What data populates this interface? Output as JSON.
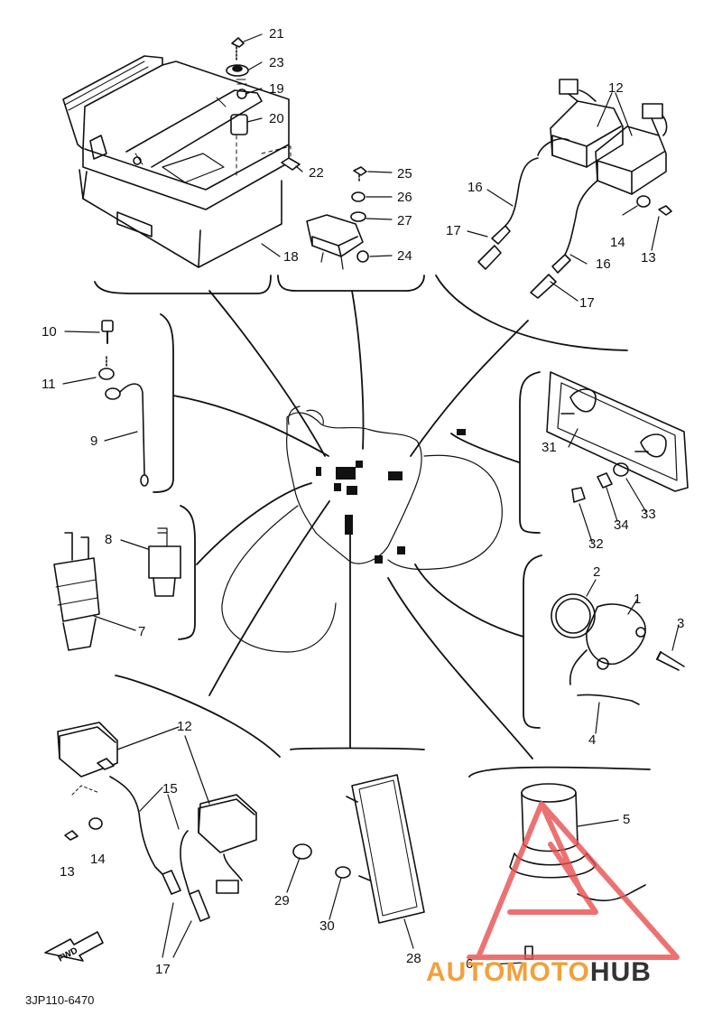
{
  "diagram": {
    "part_code": "3JP110-6470",
    "fwd_text": "FWD",
    "labels": [
      {
        "id": "l21",
        "text": "21"
      },
      {
        "id": "l23",
        "text": "23"
      },
      {
        "id": "l19",
        "text": "19"
      },
      {
        "id": "l20",
        "text": "20"
      },
      {
        "id": "l22",
        "text": "22"
      },
      {
        "id": "l25",
        "text": "25"
      },
      {
        "id": "l26",
        "text": "26"
      },
      {
        "id": "l27",
        "text": "27"
      },
      {
        "id": "l24",
        "text": "24"
      },
      {
        "id": "l18",
        "text": "18"
      },
      {
        "id": "l12a",
        "text": "12"
      },
      {
        "id": "l16a",
        "text": "16"
      },
      {
        "id": "l17a",
        "text": "17"
      },
      {
        "id": "l14a",
        "text": "14"
      },
      {
        "id": "l13a",
        "text": "13"
      },
      {
        "id": "l16b",
        "text": "16"
      },
      {
        "id": "l17b",
        "text": "17"
      },
      {
        "id": "l10",
        "text": "10"
      },
      {
        "id": "l11",
        "text": "11"
      },
      {
        "id": "l9",
        "text": "9"
      },
      {
        "id": "l31",
        "text": "31"
      },
      {
        "id": "l33",
        "text": "33"
      },
      {
        "id": "l34",
        "text": "34"
      },
      {
        "id": "l32",
        "text": "32"
      },
      {
        "id": "l8",
        "text": "8"
      },
      {
        "id": "l7",
        "text": "7"
      },
      {
        "id": "l2",
        "text": "2"
      },
      {
        "id": "l1",
        "text": "1"
      },
      {
        "id": "l3",
        "text": "3"
      },
      {
        "id": "l4",
        "text": "4"
      },
      {
        "id": "l12b",
        "text": "12"
      },
      {
        "id": "l15",
        "text": "15"
      },
      {
        "id": "l13b",
        "text": "13"
      },
      {
        "id": "l14b",
        "text": "14"
      },
      {
        "id": "l17c",
        "text": "17"
      },
      {
        "id": "l29",
        "text": "29"
      },
      {
        "id": "l30",
        "text": "30"
      },
      {
        "id": "l28",
        "text": "28"
      },
      {
        "id": "l5",
        "text": "5"
      },
      {
        "id": "l6",
        "text": "6"
      }
    ]
  },
  "watermark": {
    "part1": "AUTO",
    "part2": "MOTO",
    "part3": "HUB",
    "color": "#e85050"
  }
}
